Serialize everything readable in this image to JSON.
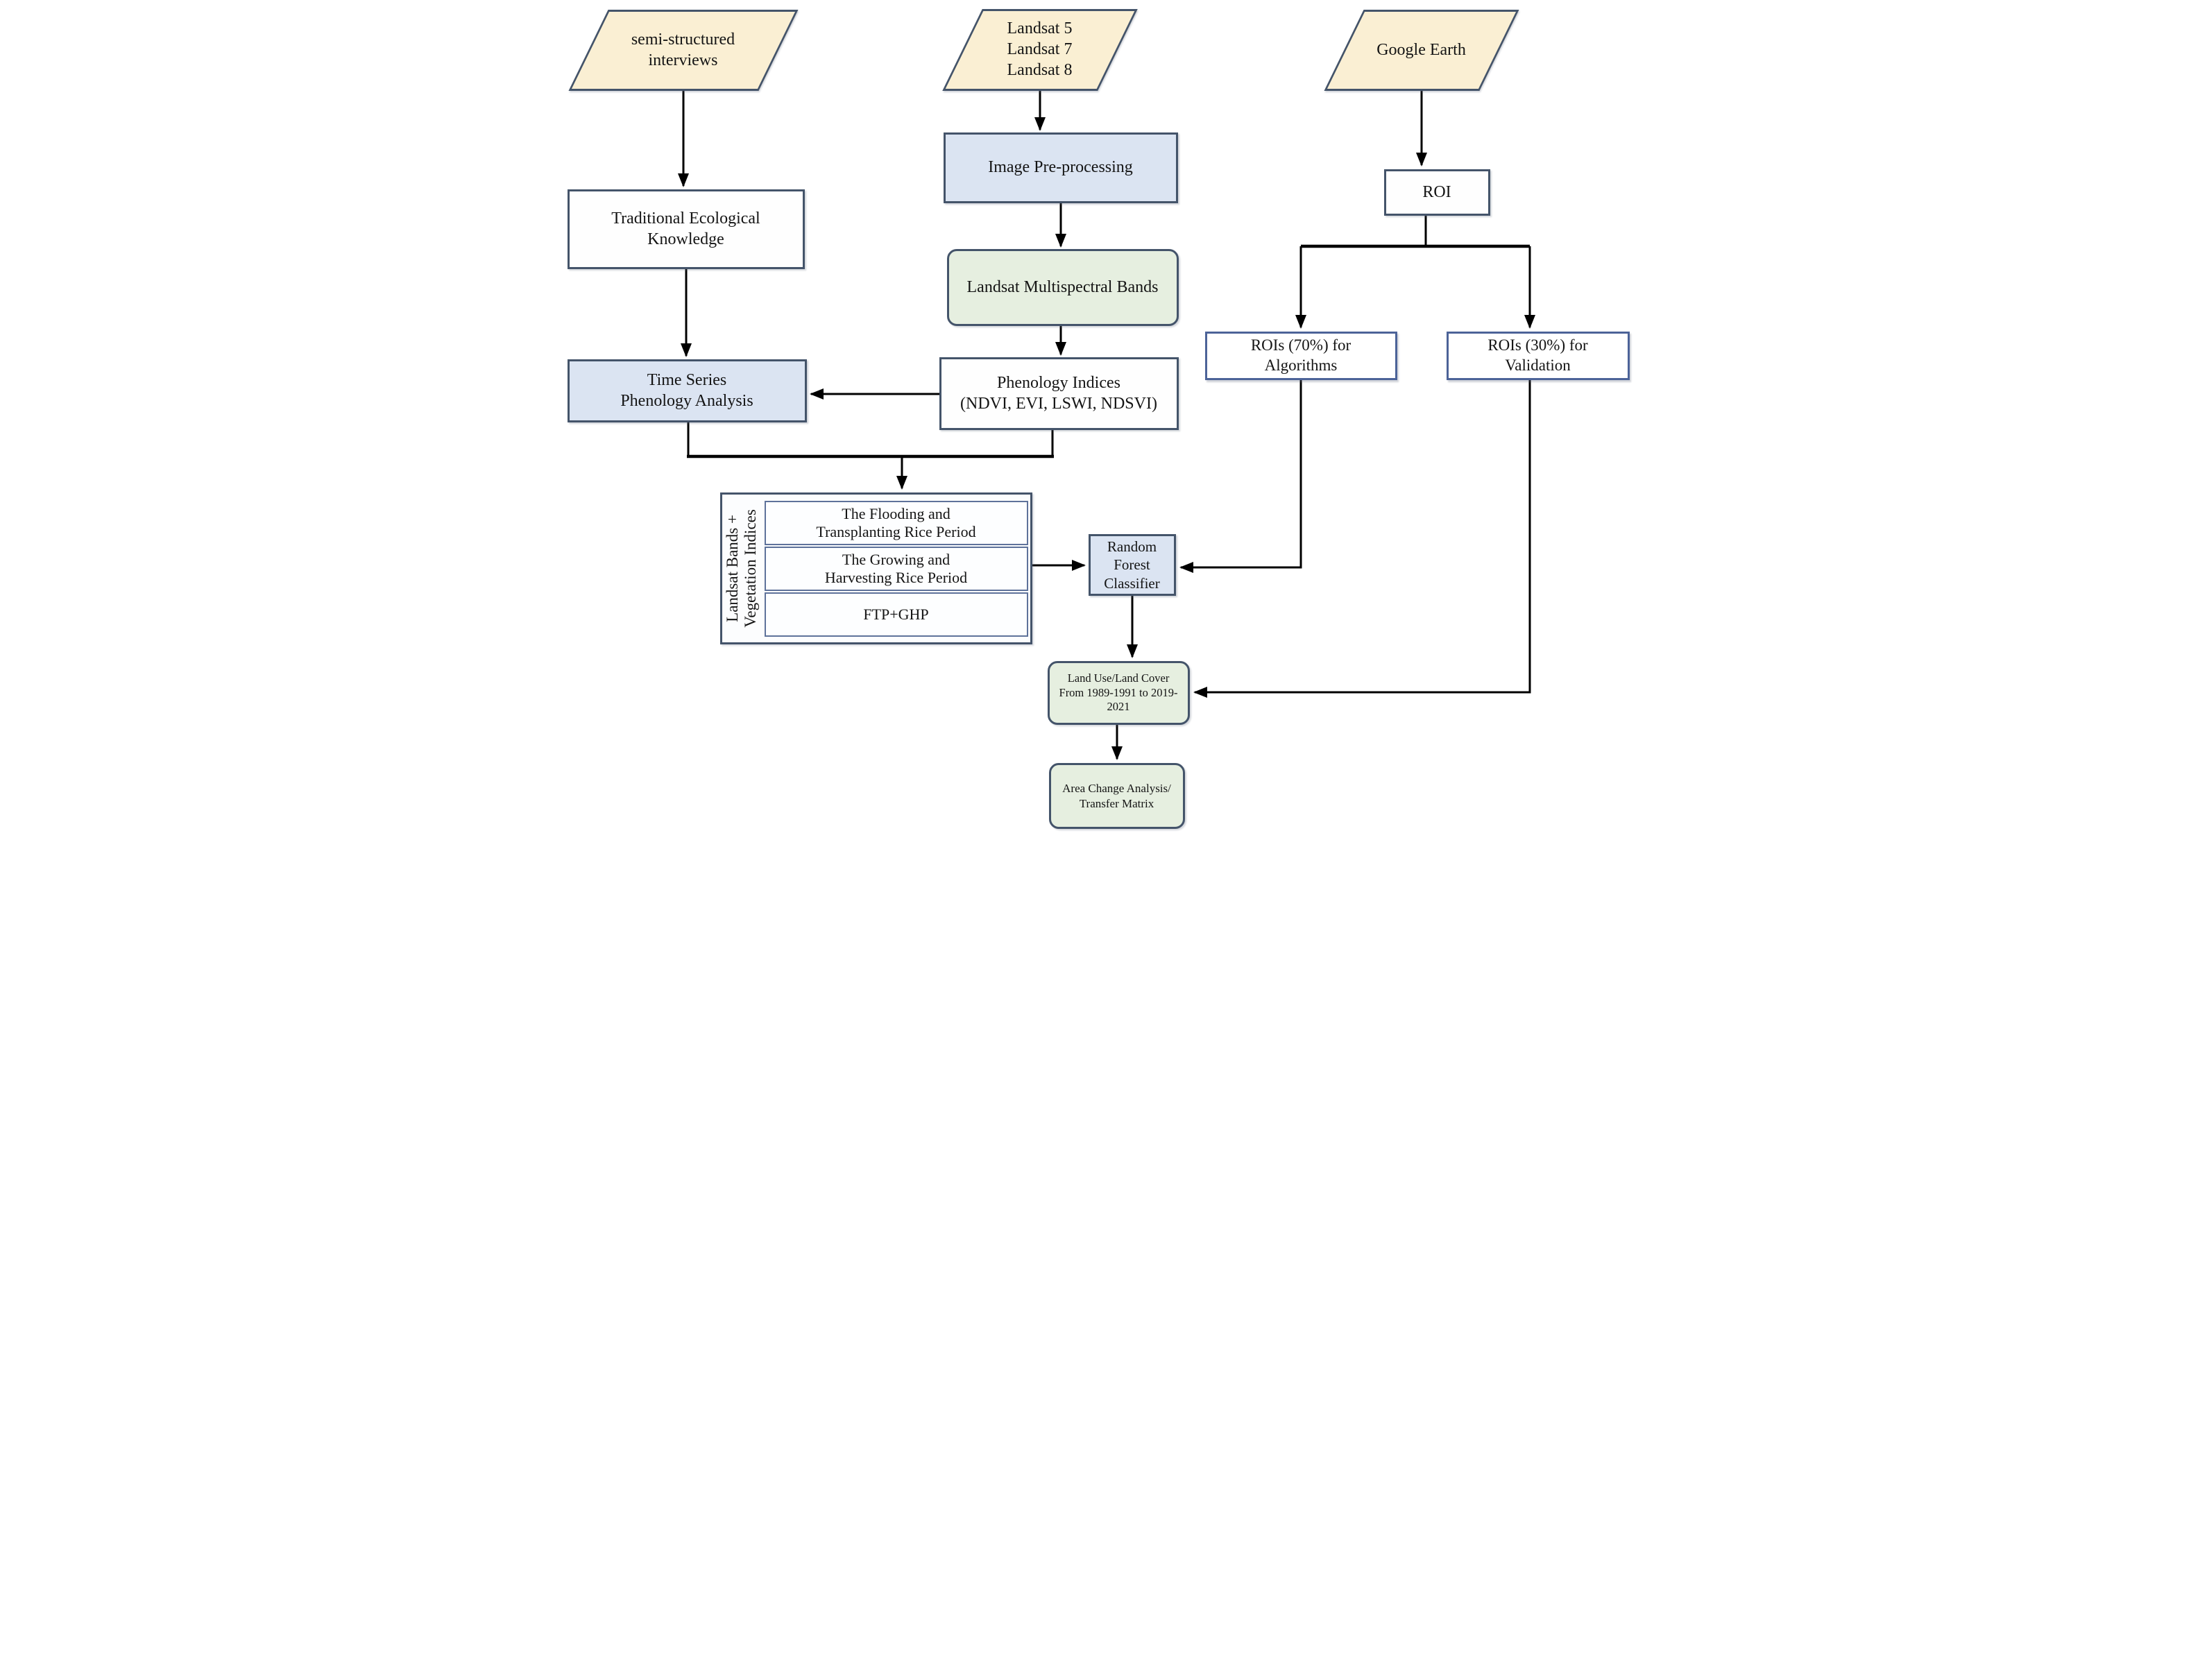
{
  "diagram": {
    "type": "flowchart",
    "palette": {
      "input_parallelogram_fill": "#FAEFD3",
      "process_fill": "#DBE4F2",
      "output_fill": "#E6EFE0",
      "plain_fill": "#FFFFFF",
      "border": "#44546A",
      "roi_box_border": "#4C6398",
      "arrow": "#000000"
    },
    "nodes": {
      "interviews": {
        "label": "semi-structured\ninterviews"
      },
      "landsat_sources": {
        "label": "Landsat 5\nLandsat 7\nLandsat 8"
      },
      "google_earth": {
        "label": "Google Earth"
      },
      "traditional_knowledge": {
        "label": "Traditional Ecological\nKnowledge"
      },
      "image_preprocessing": {
        "label": "Image Pre-processing"
      },
      "roi": {
        "label": "ROI"
      },
      "multispectral_bands": {
        "label": "Landsat Multispectral Bands"
      },
      "time_series_phenology": {
        "label": "Time Series\nPhenology Analysis"
      },
      "phenology_indices": {
        "label": "Phenology Indices\n(NDVI, EVI, LSWI, NDSVI)"
      },
      "rois_70": {
        "label": "ROIs (70%) for\nAlgorithms"
      },
      "rois_30": {
        "label": "ROIs (30%) for\nValidation"
      },
      "feature_stack": {
        "label": "Landsat Bands +\nVegetation Indices"
      },
      "flooding_period": {
        "label": "The Flooding and\nTransplanting Rice Period"
      },
      "growing_period": {
        "label": "The Growing and\nHarvesting Rice Period"
      },
      "ftp_ghp": {
        "label": "FTP+GHP"
      },
      "random_forest": {
        "label": "Random Forest\nClassifier"
      },
      "lulc": {
        "label": "Land Use/Land Cover\nFrom 1989-1991 to 2019-2021"
      },
      "area_change": {
        "label": "Area Change Analysis/\nTransfer Matrix"
      }
    },
    "edges": [
      {
        "from": "interviews",
        "to": "traditional_knowledge"
      },
      {
        "from": "traditional_knowledge",
        "to": "time_series_phenology"
      },
      {
        "from": "landsat_sources",
        "to": "image_preprocessing"
      },
      {
        "from": "image_preprocessing",
        "to": "multispectral_bands"
      },
      {
        "from": "multispectral_bands",
        "to": "phenology_indices"
      },
      {
        "from": "phenology_indices",
        "to": "time_series_phenology"
      },
      {
        "from": "time_series_phenology+phenology_indices",
        "to": "feature_stack"
      },
      {
        "from": "feature_stack",
        "to": "random_forest"
      },
      {
        "from": "google_earth",
        "to": "roi"
      },
      {
        "from": "roi",
        "to": "rois_70"
      },
      {
        "from": "roi",
        "to": "rois_30"
      },
      {
        "from": "rois_70",
        "to": "random_forest"
      },
      {
        "from": "random_forest",
        "to": "lulc"
      },
      {
        "from": "rois_30",
        "to": "lulc"
      },
      {
        "from": "lulc",
        "to": "area_change"
      }
    ]
  }
}
